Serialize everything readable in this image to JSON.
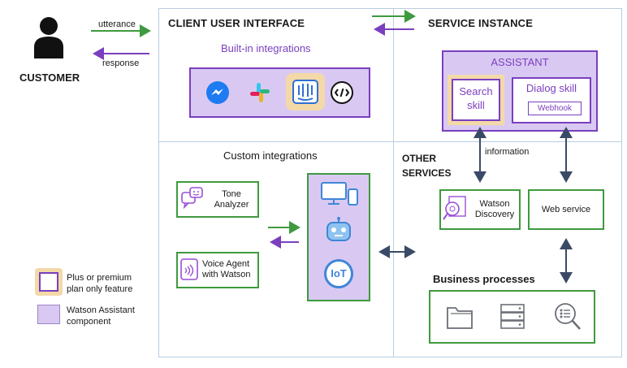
{
  "customer": {
    "label": "CUSTOMER",
    "utterance": "utterance",
    "response": "response"
  },
  "client": {
    "title": "CLIENT USER INTERFACE",
    "builtin_title": "Built-in integrations",
    "builtin_icons": [
      "messenger-icon",
      "slack-icon",
      "intercom-icon",
      "web-chat-icon"
    ],
    "custom_title": "Custom integrations",
    "tone_analyzer": "Tone\nAnalyzer",
    "voice_agent": "Voice Agent\nwith Watson",
    "iot_label": "IoT"
  },
  "service": {
    "title": "SERVICE INSTANCE",
    "assistant_title": "ASSISTANT",
    "search_skill": "Search\nskill",
    "dialog_skill": "Dialog skill",
    "webhook": "Webhook",
    "information": "information"
  },
  "other": {
    "title": "OTHER\nSERVICES",
    "watson_discovery": "Watson\nDiscovery",
    "web_service": "Web service",
    "business_processes": "Business processes"
  },
  "legend": {
    "plus_premium": "Plus or premium\nplan only feature",
    "watson_component": "Watson Assistant\ncomponent"
  },
  "colors": {
    "green": "#3e9a3e",
    "purple": "#7a3fbf",
    "lavender": "#d9c9f2",
    "highlight": "#f3d9a8",
    "panel_border": "#b9cde0",
    "dark_arrow": "#3a4a66"
  }
}
